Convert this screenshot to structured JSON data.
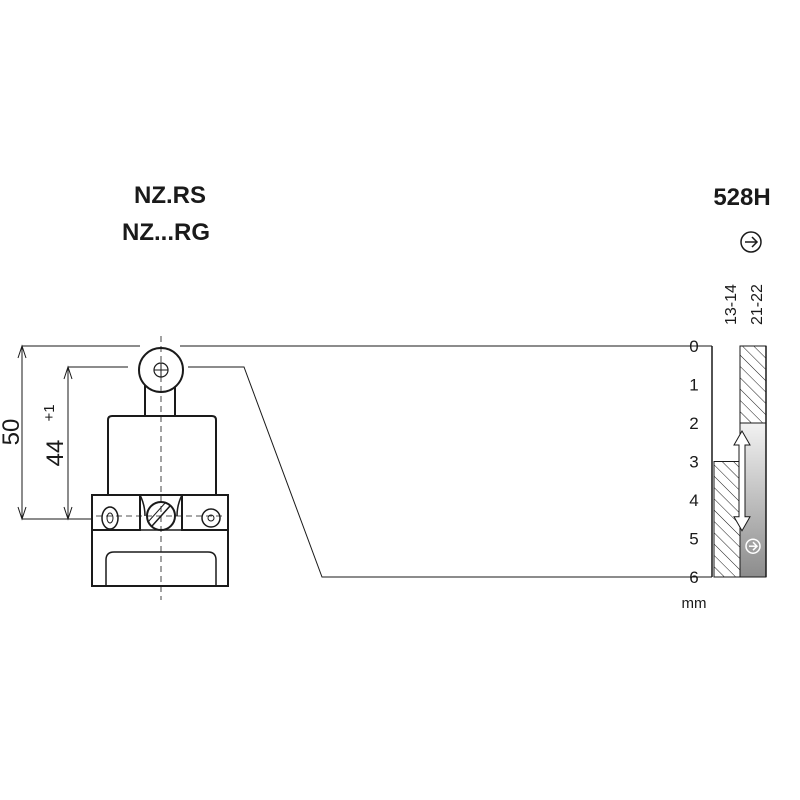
{
  "drawing": {
    "title_line1": "NZ.RS",
    "title_line2": "NZ...RG",
    "dim_total": "50",
    "dim_partial": "44",
    "dim_partial_tol": "+1"
  },
  "diagram": {
    "model": "528H",
    "columns": [
      "13-14",
      "21-22"
    ],
    "scale_ticks": [
      "0",
      "1",
      "2",
      "3",
      "4",
      "5",
      "6"
    ],
    "unit": "mm",
    "contact_13_14_closed_from_mm": 3,
    "contact_21_22_opens_at_mm": 2,
    "travel_max_mm": 6,
    "forced_opening_marker_mm": 5.2,
    "forced_opening_symbol": "→",
    "colors": {
      "ink": "#1a1a1a",
      "shade_dark": "#8c8c8c",
      "shade_light": "#f2f2f2"
    }
  }
}
